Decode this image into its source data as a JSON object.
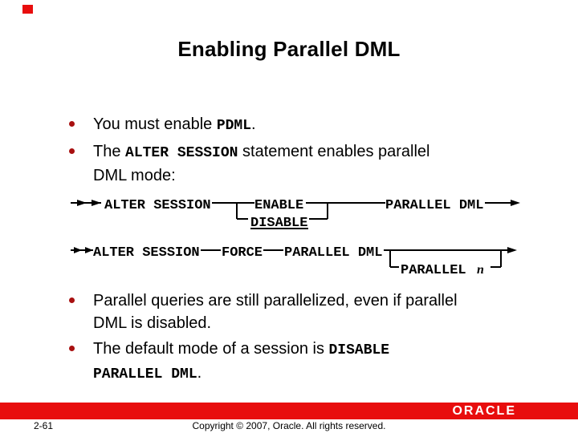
{
  "slide": {
    "title": "Enabling Parallel DML",
    "page_number": "2-61",
    "copyright": "Copyright © 2007, Oracle. All rights reserved.",
    "logo_text": "ORACLE"
  },
  "colors": {
    "bar_red": "#E80D0D",
    "bullet_red": "#A81010"
  },
  "bullets_top": [
    {
      "lines": [
        [
          {
            "c": "t",
            "v": "You must enable "
          },
          {
            "c": "m",
            "v": "PDML"
          },
          {
            "c": "t",
            "v": "."
          }
        ]
      ]
    },
    {
      "lines": [
        [
          {
            "c": "t",
            "v": "The "
          },
          {
            "c": "m",
            "v": "ALTER SESSION"
          },
          {
            "c": "t",
            "v": " statement enables parallel"
          }
        ],
        [
          {
            "c": "t",
            "v": "DML mode:"
          }
        ]
      ]
    }
  ],
  "bullets_bottom": [
    {
      "lines": [
        [
          {
            "c": "t",
            "v": "Parallel queries are still parallelized, even if parallel"
          }
        ],
        [
          {
            "c": "t",
            "v": "DML is disabled."
          }
        ]
      ]
    },
    {
      "lines": [
        [
          {
            "c": "t",
            "v": "The default mode of a session is "
          },
          {
            "c": "m",
            "v": "DISABLE"
          }
        ],
        [
          {
            "c": "m",
            "v": "PARALLEL DML"
          },
          {
            "c": "t",
            "v": "."
          }
        ]
      ]
    }
  ],
  "diagram1": {
    "kw_alter_session": "ALTER SESSION",
    "kw_enable": "ENABLE",
    "kw_disable": "DISABLE",
    "kw_parallel_dml": "PARALLEL DML"
  },
  "diagram2": {
    "kw_alter_session": "ALTER SESSION",
    "kw_force": "FORCE",
    "kw_parallel_dml": "PARALLEL DML",
    "kw_parallel": "PARALLEL",
    "var_n": "n"
  }
}
